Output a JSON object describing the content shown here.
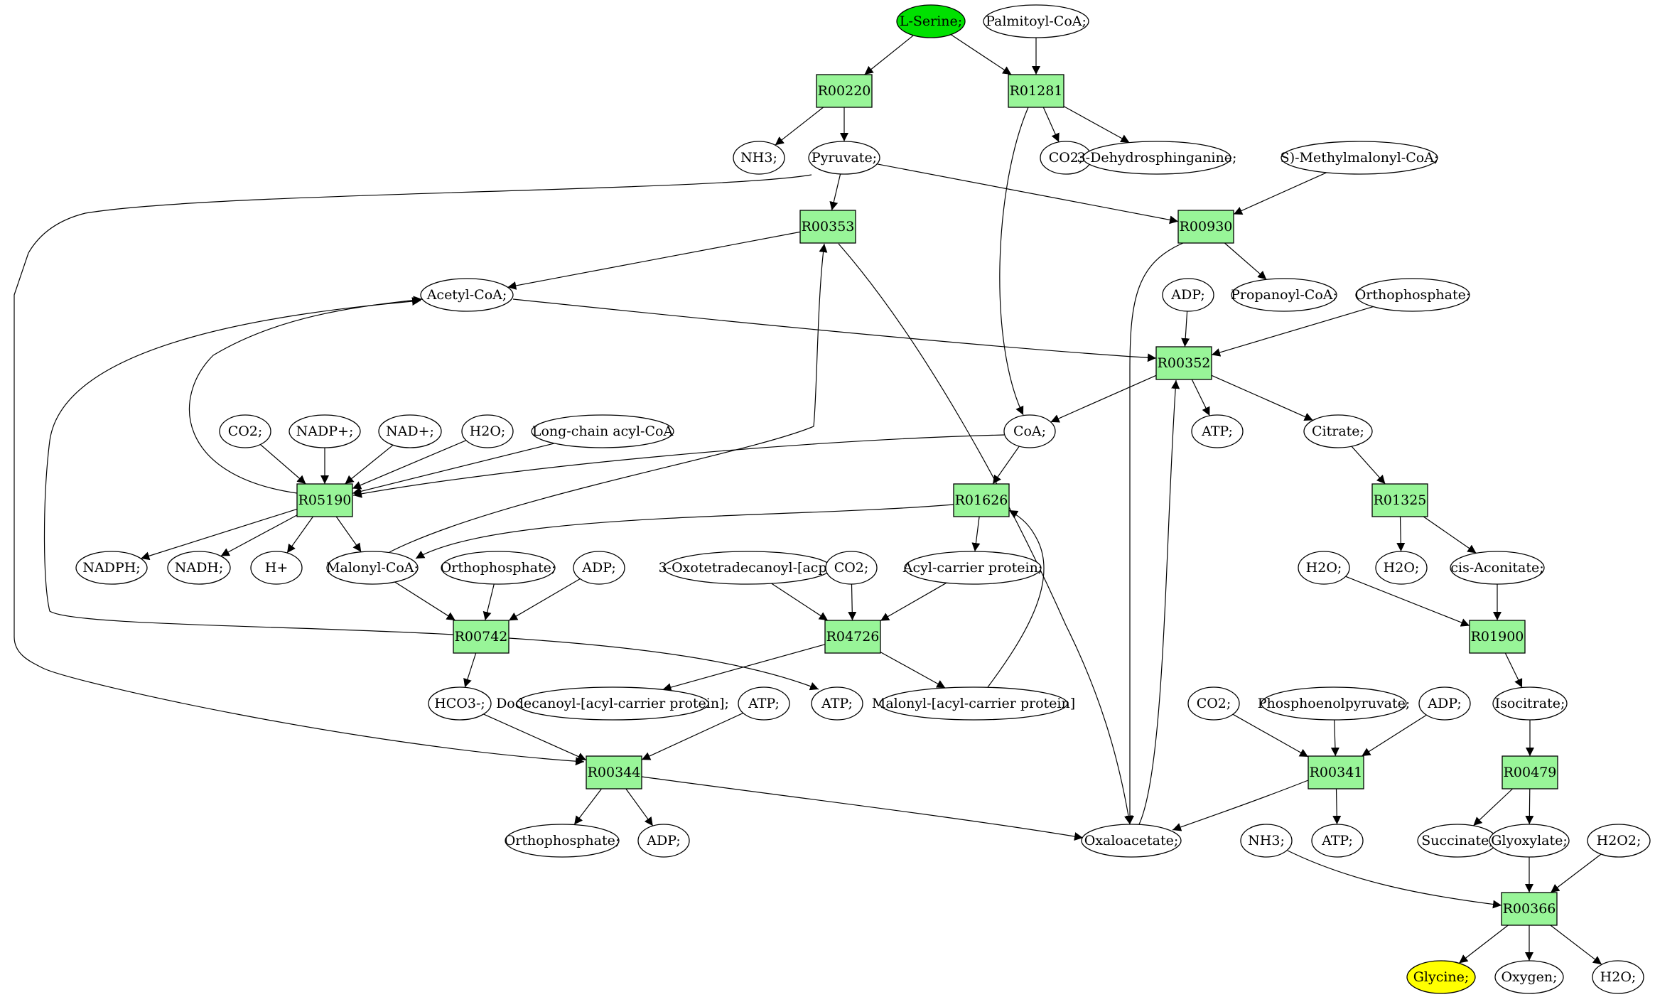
{
  "colors": {
    "reaction_fill": "#98f598",
    "start_fill": "#00e100",
    "end_fill": "#ffff00",
    "compound_fill": "#ffffff",
    "stroke": "#000000"
  },
  "nodes": [
    {
      "id": "lserine",
      "label": "L-Serine;",
      "kind": "start"
    },
    {
      "id": "palmitoylcoa",
      "label": "Palmitoyl-CoA;",
      "kind": "compound"
    },
    {
      "id": "R00220",
      "label": "R00220",
      "kind": "reaction"
    },
    {
      "id": "R01281",
      "label": "R01281",
      "kind": "reaction"
    },
    {
      "id": "nh3_1",
      "label": "NH3;",
      "kind": "compound"
    },
    {
      "id": "pyruvate",
      "label": "Pyruvate;",
      "kind": "compound"
    },
    {
      "id": "co2_1",
      "label": "CO2;",
      "kind": "compound"
    },
    {
      "id": "dehydro",
      "label": "3-Dehydrosphinganine;",
      "kind": "compound"
    },
    {
      "id": "smethyl",
      "label": "S)-Methylmalonyl-CoA;",
      "kind": "compound"
    },
    {
      "id": "R00353",
      "label": "R00353",
      "kind": "reaction"
    },
    {
      "id": "R00930",
      "label": "R00930",
      "kind": "reaction"
    },
    {
      "id": "acetylcoa",
      "label": "Acetyl-CoA;",
      "kind": "compound"
    },
    {
      "id": "adp_1",
      "label": "ADP;",
      "kind": "compound"
    },
    {
      "id": "propanoyl",
      "label": "Propanoyl-CoA;",
      "kind": "compound"
    },
    {
      "id": "ortho_1",
      "label": "Orthophosphate;",
      "kind": "compound"
    },
    {
      "id": "R00352",
      "label": "R00352",
      "kind": "reaction"
    },
    {
      "id": "co2_2",
      "label": "CO2;",
      "kind": "compound"
    },
    {
      "id": "nadpplus",
      "label": "NADP+;",
      "kind": "compound"
    },
    {
      "id": "nadplus",
      "label": "NAD+;",
      "kind": "compound"
    },
    {
      "id": "h2o_1",
      "label": "H2O;",
      "kind": "compound"
    },
    {
      "id": "longchain",
      "label": "Long-chain acyl-CoA",
      "kind": "compound"
    },
    {
      "id": "coa",
      "label": "CoA;",
      "kind": "compound"
    },
    {
      "id": "atp_1",
      "label": "ATP;",
      "kind": "compound"
    },
    {
      "id": "citrate",
      "label": "Citrate;",
      "kind": "compound"
    },
    {
      "id": "R05190",
      "label": "R05190",
      "kind": "reaction"
    },
    {
      "id": "R01626",
      "label": "R01626",
      "kind": "reaction"
    },
    {
      "id": "R01325",
      "label": "R01325",
      "kind": "reaction"
    },
    {
      "id": "nadph",
      "label": "NADPH;",
      "kind": "compound"
    },
    {
      "id": "nadh",
      "label": "NADH;",
      "kind": "compound"
    },
    {
      "id": "hplus",
      "label": "H+",
      "kind": "compound"
    },
    {
      "id": "malonylcoa",
      "label": "Malonyl-CoA;",
      "kind": "compound"
    },
    {
      "id": "ortho_2",
      "label": "Orthophosphate;",
      "kind": "compound"
    },
    {
      "id": "adp_2",
      "label": "ADP;",
      "kind": "compound"
    },
    {
      "id": "oxotetra",
      "label": "3-Oxotetradecanoyl-[acp];",
      "kind": "compound"
    },
    {
      "id": "co2_3",
      "label": "CO2;",
      "kind": "compound"
    },
    {
      "id": "acp",
      "label": "Acyl-carrier protein;",
      "kind": "compound"
    },
    {
      "id": "h2o_2",
      "label": "H2O;",
      "kind": "compound"
    },
    {
      "id": "h2o_3",
      "label": "H2O;",
      "kind": "compound"
    },
    {
      "id": "cisaconitate",
      "label": "cis-Aconitate;",
      "kind": "compound"
    },
    {
      "id": "R00742",
      "label": "R00742",
      "kind": "reaction"
    },
    {
      "id": "R04726",
      "label": "R04726",
      "kind": "reaction"
    },
    {
      "id": "R01900",
      "label": "R01900",
      "kind": "reaction"
    },
    {
      "id": "hco3",
      "label": "HCO3-;",
      "kind": "compound"
    },
    {
      "id": "dodecanoyl",
      "label": "Dodecanoyl-[acyl-carrier protein];",
      "kind": "compound"
    },
    {
      "id": "atp_2",
      "label": "ATP;",
      "kind": "compound"
    },
    {
      "id": "atp_3",
      "label": "ATP;",
      "kind": "compound"
    },
    {
      "id": "malonylacp",
      "label": "Malonyl-[acyl-carrier protein]",
      "kind": "compound"
    },
    {
      "id": "co2_4",
      "label": "CO2;",
      "kind": "compound"
    },
    {
      "id": "pep",
      "label": "Phosphoenolpyruvate;",
      "kind": "compound"
    },
    {
      "id": "adp_3",
      "label": "ADP;",
      "kind": "compound"
    },
    {
      "id": "isocitrate",
      "label": "Isocitrate;",
      "kind": "compound"
    },
    {
      "id": "R00344",
      "label": "R00344",
      "kind": "reaction"
    },
    {
      "id": "R00341",
      "label": "R00341",
      "kind": "reaction"
    },
    {
      "id": "R00479",
      "label": "R00479",
      "kind": "reaction"
    },
    {
      "id": "ortho_3",
      "label": "Orthophosphate;",
      "kind": "compound"
    },
    {
      "id": "adp_4",
      "label": "ADP;",
      "kind": "compound"
    },
    {
      "id": "oxaloacetate",
      "label": "Oxaloacetate;",
      "kind": "compound"
    },
    {
      "id": "nh3_2",
      "label": "NH3;",
      "kind": "compound"
    },
    {
      "id": "atp_4",
      "label": "ATP;",
      "kind": "compound"
    },
    {
      "id": "succinate",
      "label": "Succinate;",
      "kind": "compound"
    },
    {
      "id": "glyoxylate",
      "label": "Glyoxylate;",
      "kind": "compound"
    },
    {
      "id": "h2o2",
      "label": "H2O2;",
      "kind": "compound"
    },
    {
      "id": "R00366",
      "label": "R00366",
      "kind": "reaction"
    },
    {
      "id": "glycine",
      "label": "Glycine;",
      "kind": "end"
    },
    {
      "id": "oxygen",
      "label": "Oxygen;",
      "kind": "compound"
    },
    {
      "id": "h2o_4",
      "label": "H2O;",
      "kind": "compound"
    }
  ],
  "edges": [
    {
      "from": "lserine",
      "to": "R00220"
    },
    {
      "from": "lserine",
      "to": "R01281"
    },
    {
      "from": "palmitoylcoa",
      "to": "R01281"
    },
    {
      "from": "R00220",
      "to": "nh3_1"
    },
    {
      "from": "R00220",
      "to": "pyruvate"
    },
    {
      "from": "R01281",
      "to": "co2_1"
    },
    {
      "from": "R01281",
      "to": "dehydro"
    },
    {
      "from": "R01281",
      "to": "coa"
    },
    {
      "from": "pyruvate",
      "to": "R00353"
    },
    {
      "from": "pyruvate",
      "to": "R00930"
    },
    {
      "from": "pyruvate",
      "to": "R00344"
    },
    {
      "from": "smethyl",
      "to": "R00930"
    },
    {
      "from": "R00930",
      "to": "propanoyl"
    },
    {
      "from": "R00930",
      "to": "oxaloacetate"
    },
    {
      "from": "R00353",
      "to": "acetylcoa"
    },
    {
      "from": "R00353",
      "to": "oxaloacetate"
    },
    {
      "from": "acetylcoa",
      "to": "R00352"
    },
    {
      "from": "adp_1",
      "to": "R00352"
    },
    {
      "from": "ortho_1",
      "to": "R00352"
    },
    {
      "from": "oxaloacetate",
      "to": "R00352"
    },
    {
      "from": "R00352",
      "to": "coa"
    },
    {
      "from": "R00352",
      "to": "atp_1"
    },
    {
      "from": "R00352",
      "to": "citrate"
    },
    {
      "from": "co2_2",
      "to": "R05190"
    },
    {
      "from": "nadpplus",
      "to": "R05190"
    },
    {
      "from": "nadplus",
      "to": "R05190"
    },
    {
      "from": "h2o_1",
      "to": "R05190"
    },
    {
      "from": "longchain",
      "to": "R05190"
    },
    {
      "from": "coa",
      "to": "R05190"
    },
    {
      "from": "R05190",
      "to": "acetylcoa"
    },
    {
      "from": "R05190",
      "to": "nadph"
    },
    {
      "from": "R05190",
      "to": "nadh"
    },
    {
      "from": "R05190",
      "to": "hplus"
    },
    {
      "from": "R05190",
      "to": "malonylcoa"
    },
    {
      "from": "coa",
      "to": "R01626"
    },
    {
      "from": "R01626",
      "to": "malonylcoa"
    },
    {
      "from": "R01626",
      "to": "acp"
    },
    {
      "from": "malonylacp",
      "to": "R01626"
    },
    {
      "from": "citrate",
      "to": "R01325"
    },
    {
      "from": "R01325",
      "to": "h2o_2"
    },
    {
      "from": "R01325",
      "to": "cisaconitate"
    },
    {
      "from": "malonylcoa",
      "to": "R00742"
    },
    {
      "from": "malonylcoa",
      "to": "R00353"
    },
    {
      "from": "ortho_2",
      "to": "R00742"
    },
    {
      "from": "adp_2",
      "to": "R00742"
    },
    {
      "from": "R00742",
      "to": "acetylcoa"
    },
    {
      "from": "R00742",
      "to": "hco3"
    },
    {
      "from": "R00742",
      "to": "atp_2"
    },
    {
      "from": "oxotetra",
      "to": "R04726"
    },
    {
      "from": "co2_3",
      "to": "R04726"
    },
    {
      "from": "acp",
      "to": "R04726"
    },
    {
      "from": "R04726",
      "to": "dodecanoyl"
    },
    {
      "from": "R04726",
      "to": "malonylacp"
    },
    {
      "from": "h2o_3",
      "to": "R01900"
    },
    {
      "from": "cisaconitate",
      "to": "R01900"
    },
    {
      "from": "R01900",
      "to": "isocitrate"
    },
    {
      "from": "hco3",
      "to": "R00344"
    },
    {
      "from": "atp_3",
      "to": "R00344"
    },
    {
      "from": "R00344",
      "to": "ortho_3"
    },
    {
      "from": "R00344",
      "to": "adp_4"
    },
    {
      "from": "R00344",
      "to": "oxaloacetate"
    },
    {
      "from": "co2_4",
      "to": "R00341"
    },
    {
      "from": "pep",
      "to": "R00341"
    },
    {
      "from": "adp_3",
      "to": "R00341"
    },
    {
      "from": "R00341",
      "to": "oxaloacetate"
    },
    {
      "from": "R00341",
      "to": "atp_4"
    },
    {
      "from": "isocitrate",
      "to": "R00479"
    },
    {
      "from": "R00479",
      "to": "succinate"
    },
    {
      "from": "R00479",
      "to": "glyoxylate"
    },
    {
      "from": "glyoxylate",
      "to": "R00366"
    },
    {
      "from": "h2o2",
      "to": "R00366"
    },
    {
      "from": "nh3_2",
      "to": "R00366"
    },
    {
      "from": "R00366",
      "to": "glycine"
    },
    {
      "from": "R00366",
      "to": "oxygen"
    },
    {
      "from": "R00366",
      "to": "h2o_4"
    }
  ]
}
